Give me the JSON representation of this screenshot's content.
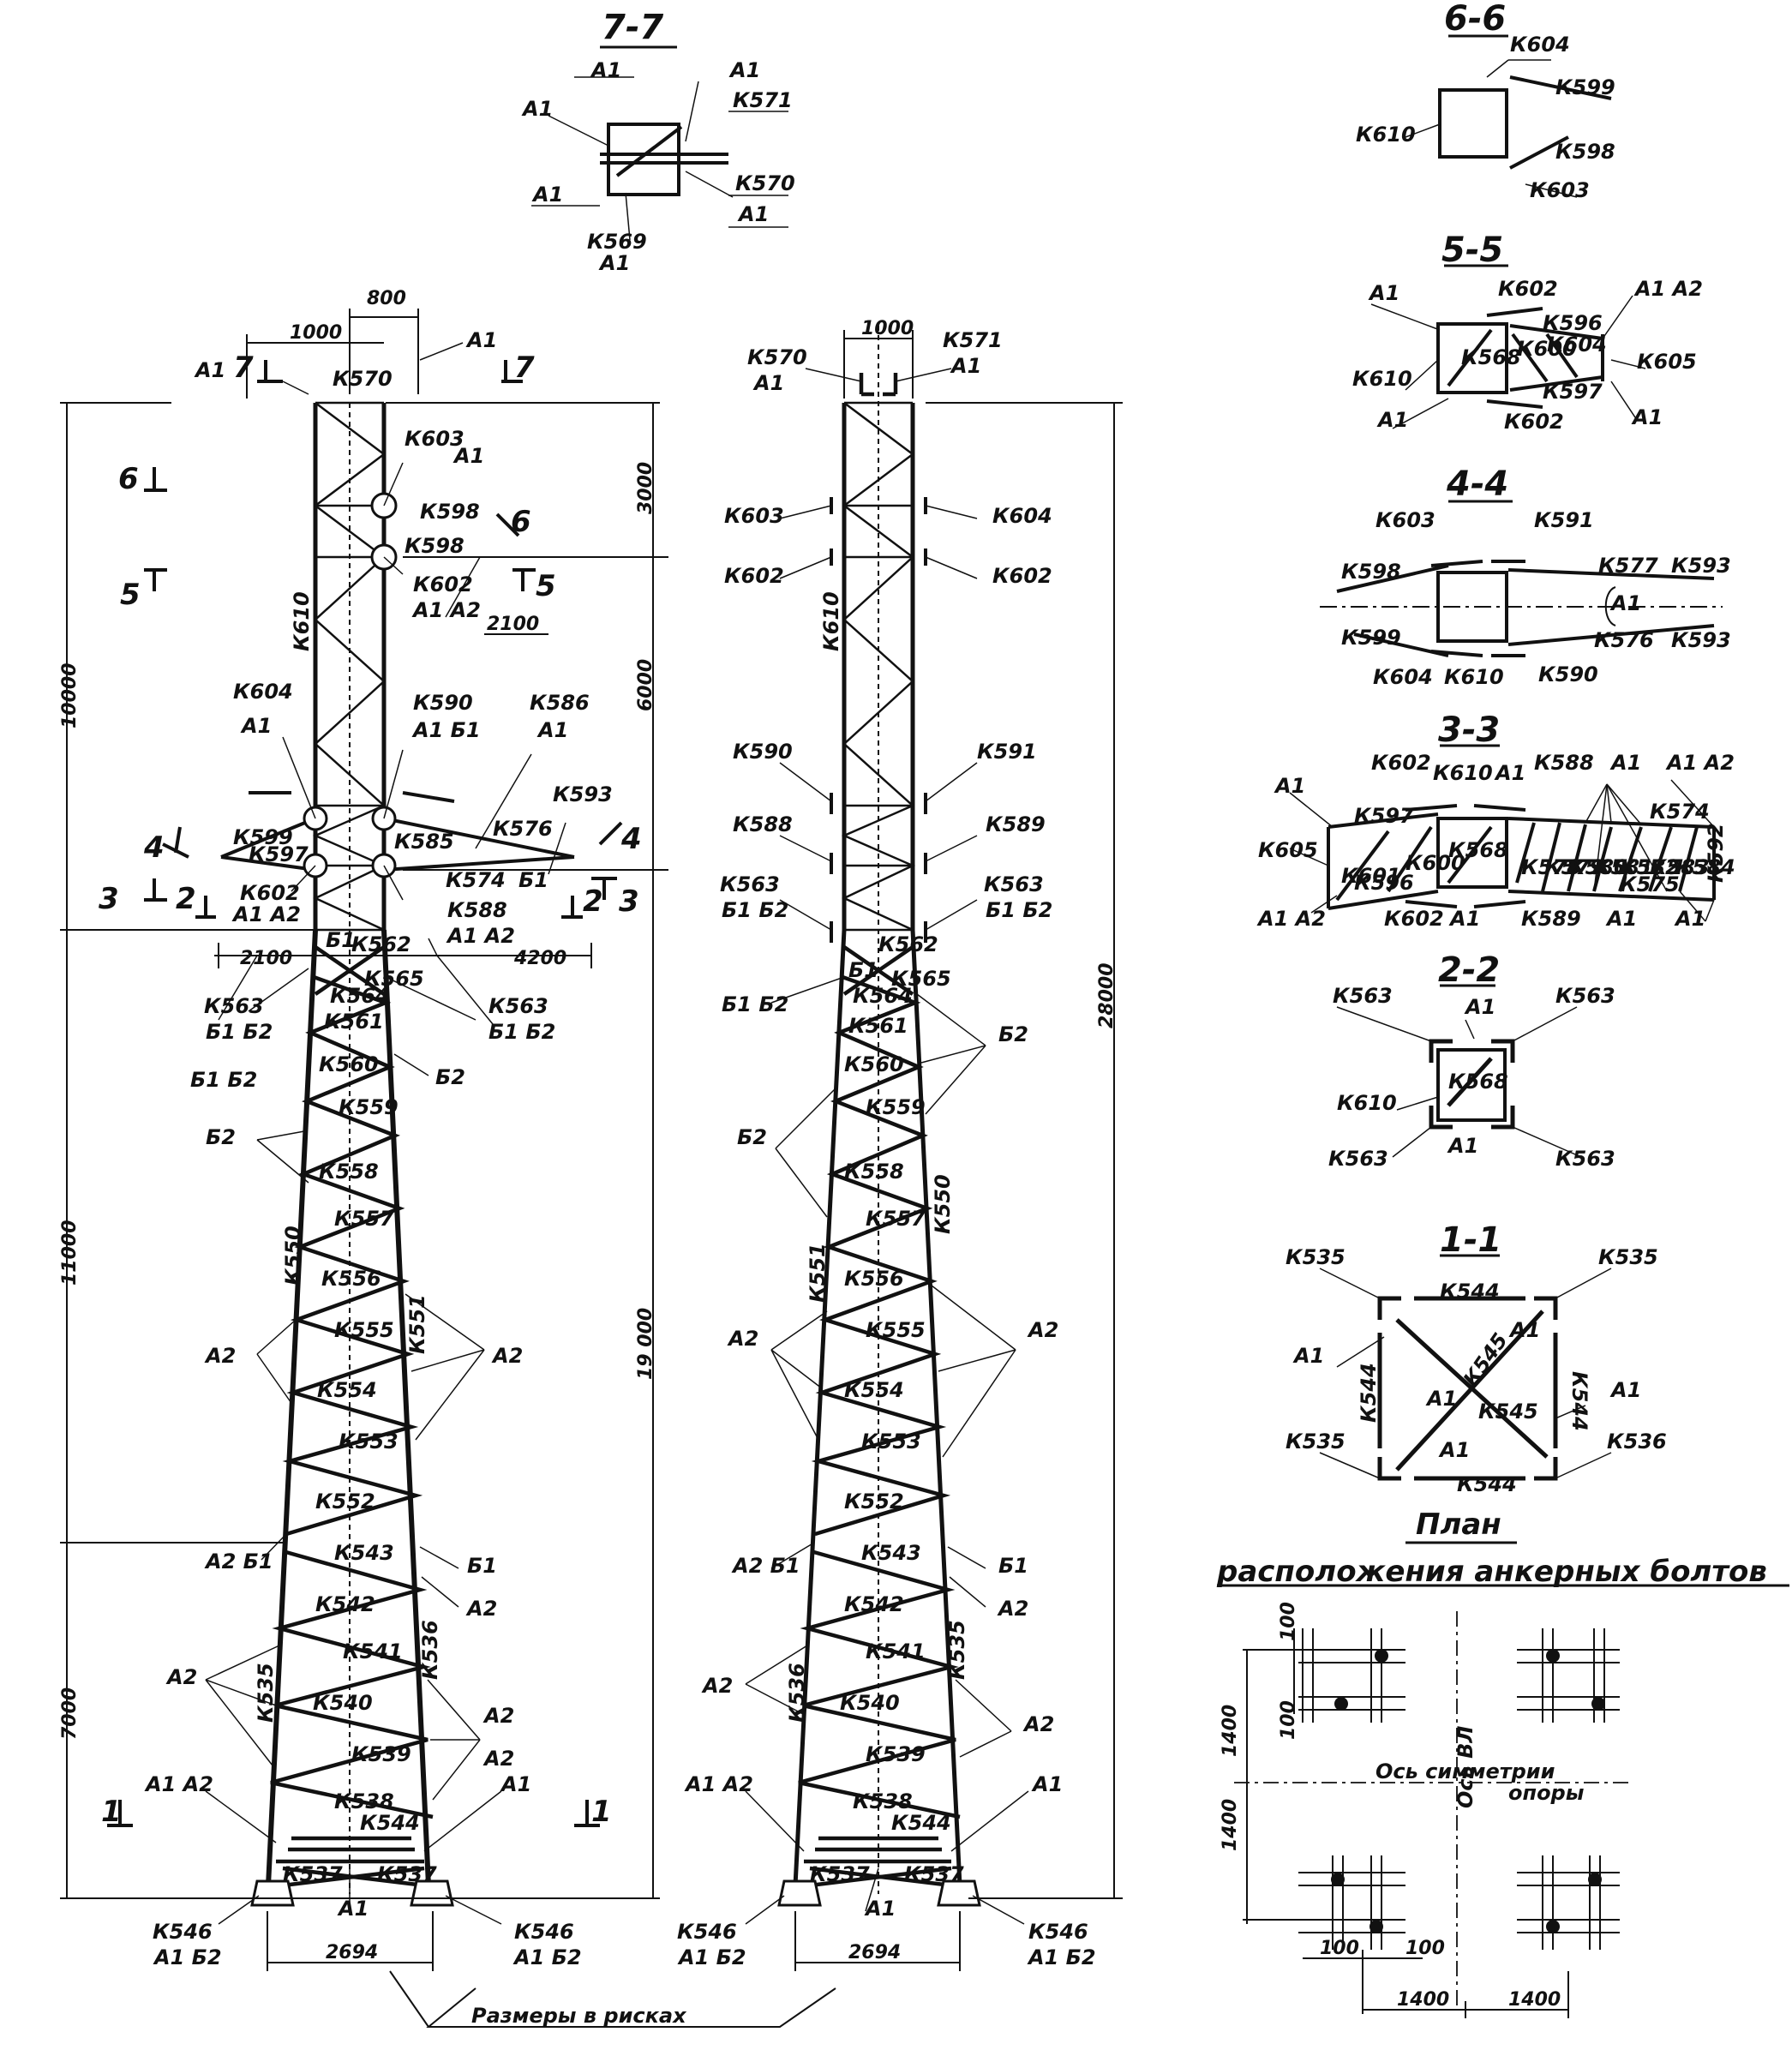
{
  "sections": {
    "s77": "7-7",
    "s66": "6-6",
    "s55": "5-5",
    "s44": "4-4",
    "s33": "3-3",
    "s22": "2-2",
    "s11": "1-1"
  },
  "section_marks": {
    "m7a": "7",
    "m7b": "7",
    "m6a": "6",
    "m6b": "6",
    "m5a": "5",
    "m5b": "5",
    "m4a": "4",
    "m4b": "4",
    "m3a": "3",
    "m3b": "3",
    "m2a": "2",
    "m2b": "2",
    "m1a": "1",
    "m1b": "1"
  },
  "dimensions": {
    "d800": "800",
    "d1000a": "1000",
    "d1000b": "1000",
    "d10000": "10000",
    "d11000": "11000",
    "d7000": "7000",
    "d3000": "3000",
    "d6000": "6000",
    "d19000": "19 000",
    "d28000": "28000",
    "d2100a": "2100",
    "d2100b": "2100",
    "d4200": "4200",
    "d2694a": "2694",
    "d2694b": "2694",
    "p100a": "100",
    "p100b": "100",
    "p100c": "100",
    "p100d": "100",
    "p1400a": "1400",
    "p1400b": "1400",
    "p1400c": "1400",
    "p1400d": "1400"
  },
  "labels": {
    "k570a": "К570",
    "k570b": "К570",
    "k570c": "К570",
    "k571a": "К571",
    "k571b": "К571",
    "k569": "К569",
    "k603a": "К603",
    "k603b": "К603",
    "k603c": "К603",
    "k603d": "К603",
    "k604a": "К604",
    "k604b": "К604",
    "k604c": "К604",
    "k604d": "К604",
    "k598a": "К598",
    "k598b": "К598",
    "k598c": "К598",
    "k598d": "К598",
    "k599a": "К599",
    "k599b": "К599",
    "k599c": "К599",
    "k602a": "К602",
    "k602b": "К602",
    "k602c": "К602",
    "k602d": "К602",
    "k602e": "К602",
    "k602f": "К602",
    "k602g": "К602",
    "k602h": "К602",
    "k610a": "К610",
    "k610b": "К610",
    "k610c": "К610",
    "k610d": "К610",
    "k610e": "К610",
    "k610f": "К610",
    "k610g": "К610",
    "k590a": "К590",
    "k590b": "К590",
    "k590c": "К590",
    "k591a": "К591",
    "k591b": "К591",
    "k586": "К586",
    "k593a": "К593",
    "k593b": "К593",
    "k593c": "К593",
    "k597a": "К597",
    "k597b": "К597",
    "k597c": "К597",
    "k596a": "К596",
    "k596b": "К596",
    "k605a": "К605",
    "k605b": "К605",
    "k600a": "К600",
    "k600b": "К600",
    "k601": "К601",
    "k568a": "К568",
    "k568b": "К568",
    "k585": "К585",
    "k574a": "К574",
    "k574b": "К574",
    "k576a": "К576",
    "k576b": "К576",
    "k577": "К577",
    "k588a": "К588",
    "k588b": "К588",
    "k588c": "К588",
    "k589a": "К589",
    "k589b": "К589",
    "k575": "К575",
    "k578": "К578",
    "k579": "К579",
    "k580": "К580",
    "k581": "К581",
    "k582": "К582",
    "k583": "К583",
    "k584": "К584",
    "k592": "К592",
    "k563a": "К563",
    "k563b": "К563",
    "k563c": "К563",
    "k563d": "К563",
    "k563e": "К563",
    "k563f": "К563",
    "k563g": "К563",
    "k563h": "К563",
    "k562a": "К562",
    "k562b": "К562",
    "k565a": "К565",
    "k565b": "К565",
    "k564a": "К564",
    "k564b": "К564",
    "k561a": "К561",
    "k561b": "К561",
    "k560a": "К560",
    "k560b": "К560",
    "k559a": "К559",
    "k559b": "К559",
    "k558a": "К558",
    "k558b": "К558",
    "k557a": "К557",
    "k557b": "К557",
    "k556a": "К556",
    "k556b": "К556",
    "k555a": "К555",
    "k555b": "К555",
    "k554a": "К554",
    "k554b": "К554",
    "k553a": "К553",
    "k553b": "К553",
    "k552a": "К552",
    "k552b": "К552",
    "k550a": "К550",
    "k550b": "К550",
    "k551a": "К551",
    "k551b": "К551",
    "k543a": "К543",
    "k543b": "К543",
    "k542a": "К542",
    "k542b": "К542",
    "k541a": "К541",
    "k541b": "К541",
    "k540a": "К540",
    "k540b": "К540",
    "k539a": "К539",
    "k539b": "К539",
    "k538a": "К538",
    "k538b": "К538",
    "k544a": "К544",
    "k544b": "К544",
    "k544c": "К544",
    "k544d": "К544",
    "k544e": "К544",
    "k544f": "К544",
    "k537a": "К537",
    "k537b": "К537",
    "k537c": "К537",
    "k537d": "К537",
    "k536a": "К536",
    "k536b": "К536",
    "k536c": "К536",
    "k535a": "К535",
    "k535b": "К535",
    "k535c": "К535",
    "k535d": "К535",
    "k535e": "К535",
    "k545a": "К545",
    "k545b": "К545",
    "k546a": "К546",
    "k546b": "К546",
    "k546c": "К546",
    "k546d": "К546"
  },
  "marks": {
    "a1": "А1",
    "a2": "А2",
    "b1": "Б1",
    "b2": "Б2",
    "a1a2": "А1 А2",
    "b1b2": "Б1 Б2",
    "a1b1": "А1 Б1",
    "a1b2": "А1 Б2",
    "a2b1": "А2 Б1"
  },
  "notes": {
    "dims_in_holes": "Размеры в рисках",
    "plan_title_1": "План",
    "plan_title_2": "расположения анкерных болтов",
    "vl_axis": "Ось ВЛ",
    "sym_axis": "Ось симметрии",
    "sym_axis_2": "опоры"
  }
}
